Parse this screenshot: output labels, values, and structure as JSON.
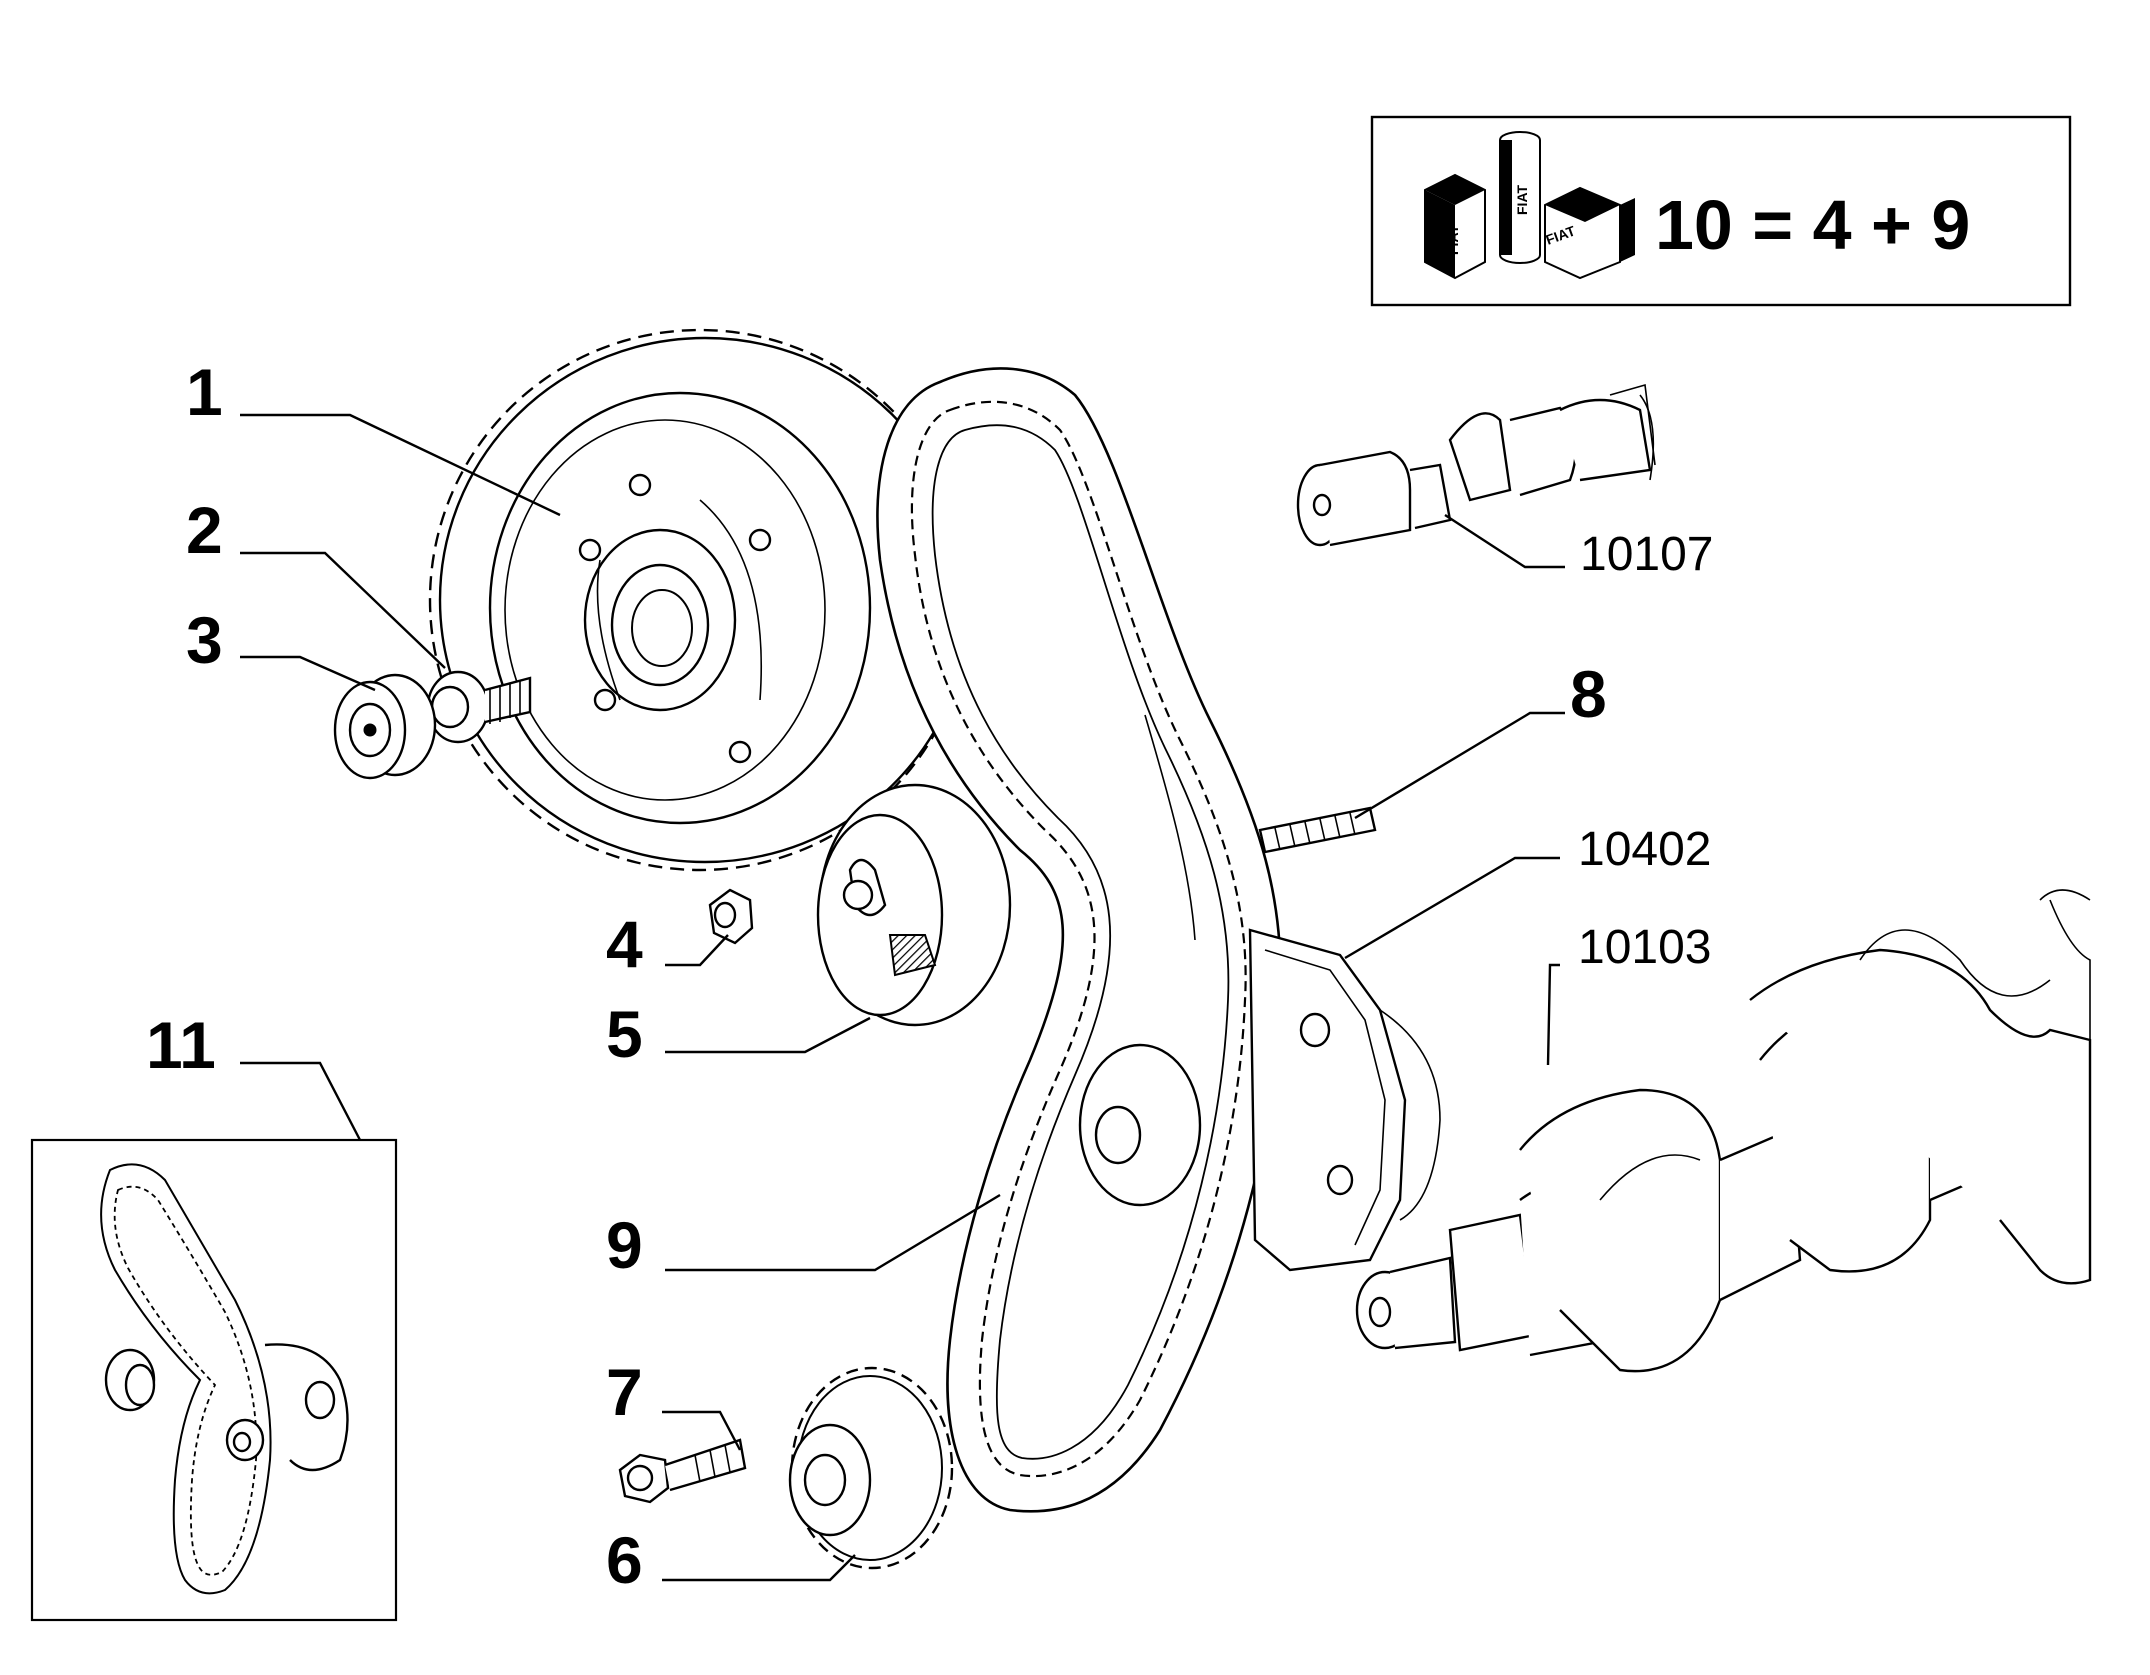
{
  "kit_box": {
    "formula": "10 = 4 + 9",
    "logo_text": "FIAT"
  },
  "callouts": [
    {
      "id": "1",
      "label": "1"
    },
    {
      "id": "2",
      "label": "2"
    },
    {
      "id": "3",
      "label": "3"
    },
    {
      "id": "4",
      "label": "4"
    },
    {
      "id": "5",
      "label": "5"
    },
    {
      "id": "6",
      "label": "6"
    },
    {
      "id": "7",
      "label": "7"
    },
    {
      "id": "8",
      "label": "8"
    },
    {
      "id": "9",
      "label": "9"
    },
    {
      "id": "11",
      "label": "11"
    }
  ],
  "references": [
    {
      "id": "10107",
      "label": "10107"
    },
    {
      "id": "10402",
      "label": "10402"
    },
    {
      "id": "10103",
      "label": "10103"
    }
  ]
}
